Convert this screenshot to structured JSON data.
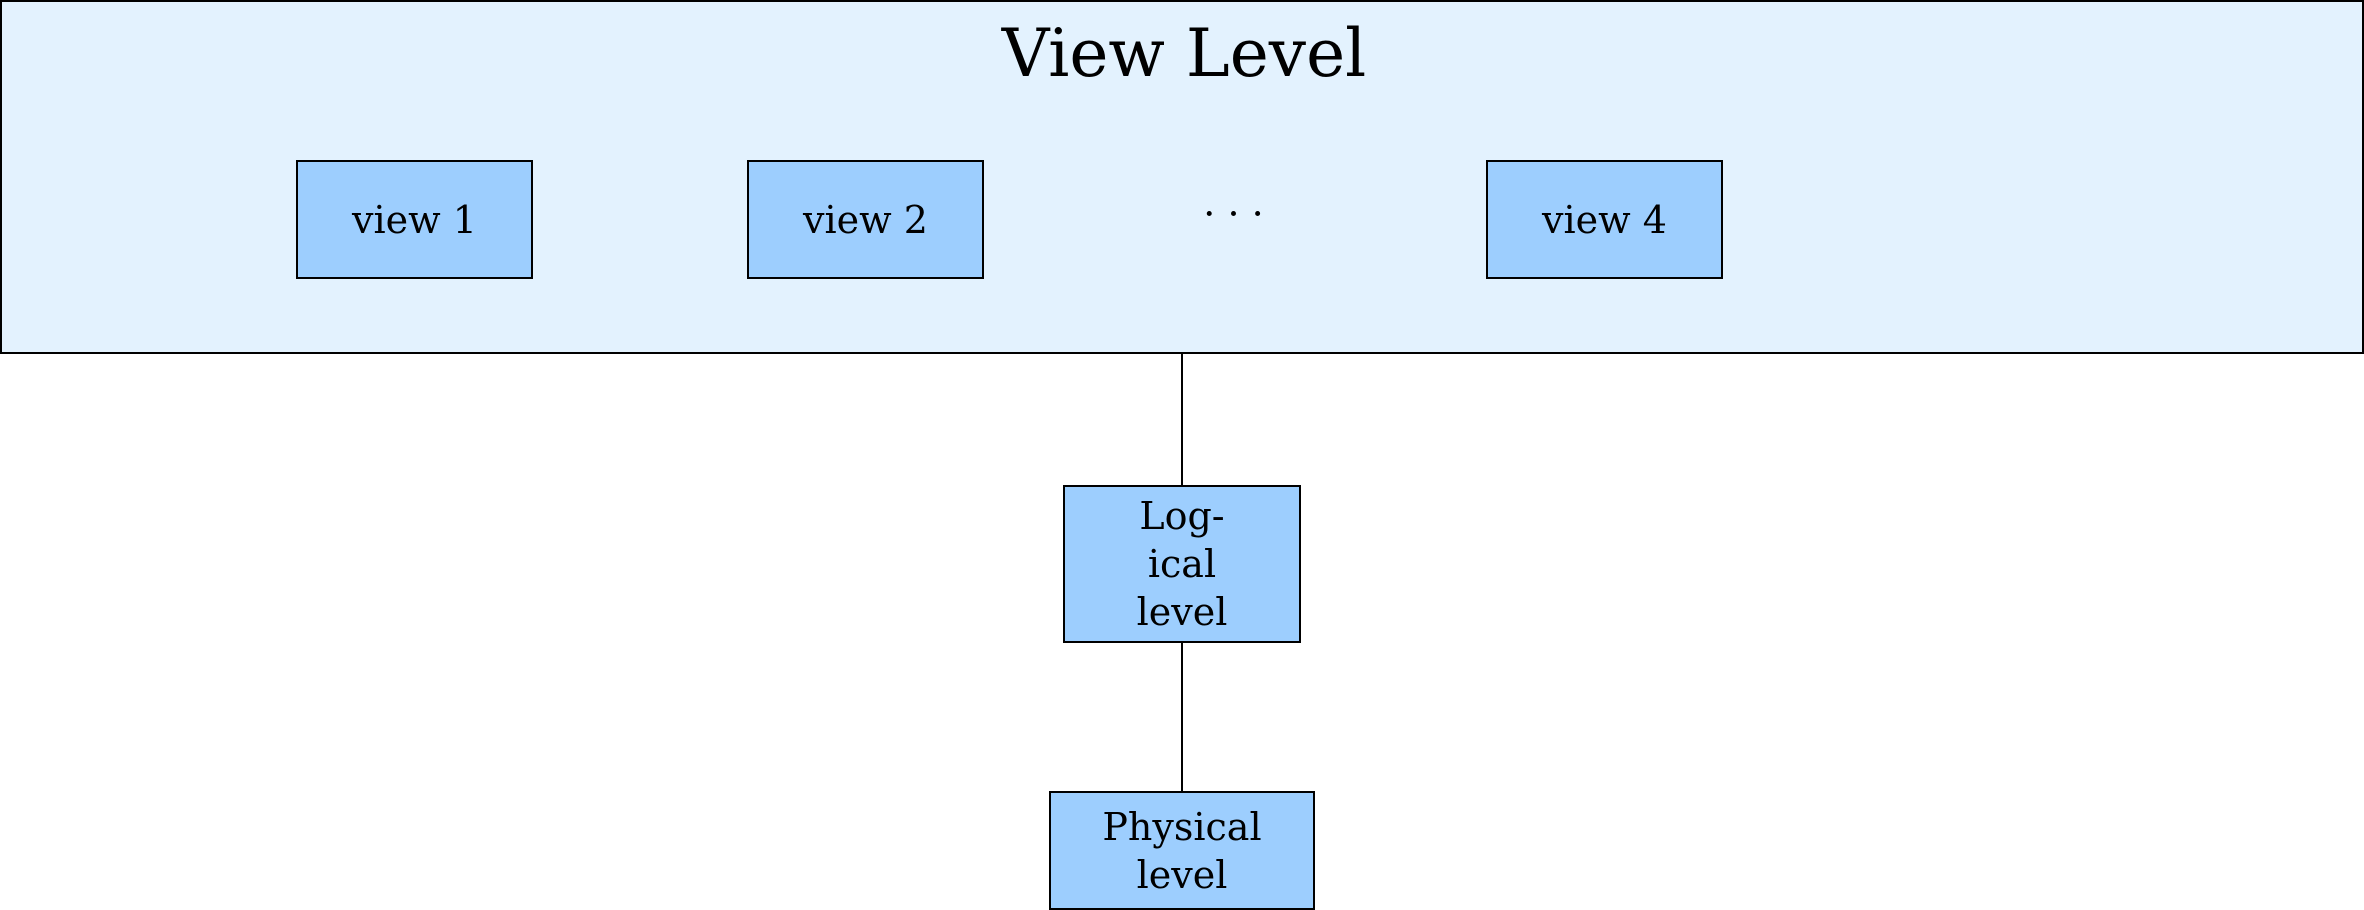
{
  "colors": {
    "view_level_fill": "#e3f2fe",
    "box_fill": "#9dcefe",
    "stroke": "#000000"
  },
  "view_level": {
    "title": "View Level",
    "views": [
      "view 1",
      "view 2",
      "view 4"
    ],
    "ellipsis": "· · ·"
  },
  "logical": {
    "label": "Log-\nical\nlevel"
  },
  "physical": {
    "label": "Physical\nlevel"
  },
  "connections": [
    {
      "from": "View Level",
      "to": "Log-ical level"
    },
    {
      "from": "Log-ical level",
      "to": "Physical level"
    }
  ]
}
